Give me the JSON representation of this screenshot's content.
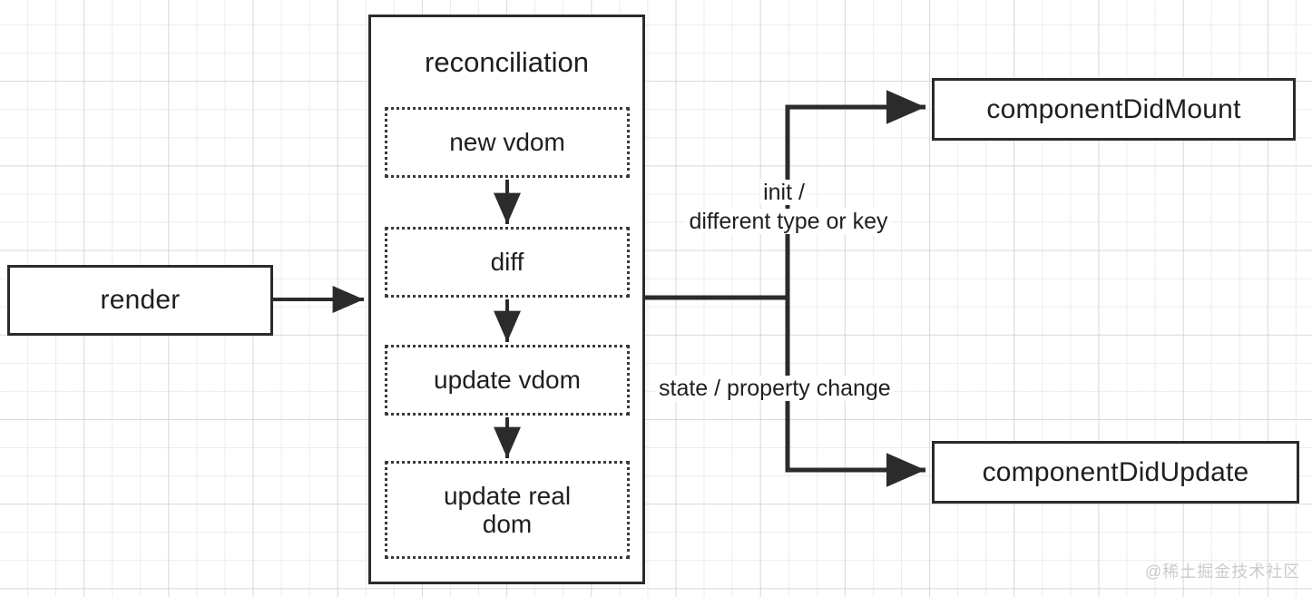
{
  "diagram": {
    "title": "React render / reconciliation lifecycle flow",
    "colors": {
      "stroke": "#2b2b2b",
      "dotted_stroke": "#3a3a3a",
      "text": "#1f1f1f",
      "grid_minor": "#e4e6e9",
      "grid_major": "#c8cacd",
      "background": "#ffffff",
      "watermark": "#c9cbce"
    },
    "nodes": {
      "render": {
        "label": "render",
        "shape": "rectangle",
        "border": "solid"
      },
      "reconciliation": {
        "label": "reconciliation",
        "shape": "rectangle",
        "border": "solid"
      },
      "new_vdom": {
        "label": "new vdom",
        "shape": "rectangle",
        "border": "dotted"
      },
      "diff": {
        "label": "diff",
        "shape": "rectangle",
        "border": "dotted"
      },
      "update_vdom": {
        "label": "update vdom",
        "shape": "rectangle",
        "border": "dotted"
      },
      "update_real_dom": {
        "label": "update real dom",
        "shape": "rectangle",
        "border": "dotted"
      },
      "component_did_mount": {
        "label": "componentDidMount",
        "shape": "rectangle",
        "border": "solid"
      },
      "component_did_update": {
        "label": "componentDidUpdate",
        "shape": "rectangle",
        "border": "solid"
      }
    },
    "edge_labels": {
      "init_branch_line1": "init /",
      "init_branch_line2": "different type or key",
      "update_branch": "state / property change"
    },
    "edges": [
      {
        "from": "render",
        "to": "reconciliation",
        "label": ""
      },
      {
        "from": "new_vdom",
        "to": "diff",
        "label": ""
      },
      {
        "from": "diff",
        "to": "update_vdom",
        "label": ""
      },
      {
        "from": "update_vdom",
        "to": "update_real_dom",
        "label": ""
      },
      {
        "from": "reconciliation",
        "to": "component_did_mount",
        "label": "init / different type or key"
      },
      {
        "from": "reconciliation",
        "to": "component_did_update",
        "label": "state / property change"
      }
    ],
    "watermark": "@稀土掘金技术社区"
  }
}
